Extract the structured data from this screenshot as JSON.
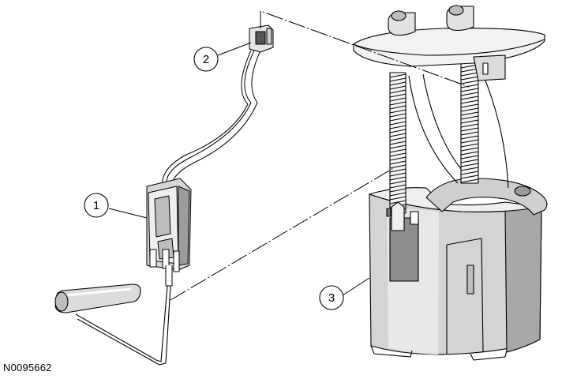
{
  "figure_code": "N0095662",
  "callouts": [
    {
      "number": "1"
    },
    {
      "number": "2"
    },
    {
      "number": "3"
    }
  ],
  "colors": {
    "line": "#000000",
    "background": "#ffffff",
    "shade_light": "#d9d9d9",
    "shade_mid": "#bfbfbf",
    "shade_dark": "#8c8c8c"
  }
}
